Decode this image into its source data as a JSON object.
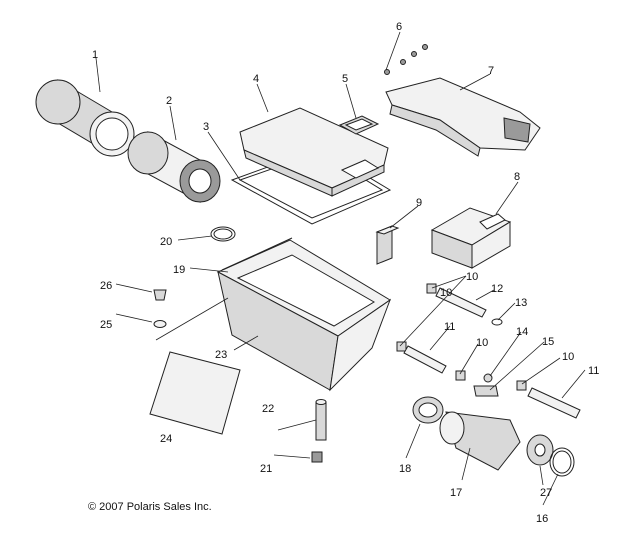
{
  "copyright": "© 2007 Polaris Sales Inc.",
  "callouts": [
    "1",
    "2",
    "3",
    "4",
    "5",
    "6",
    "7",
    "8",
    "9",
    "10",
    "10",
    "10",
    "10",
    "11",
    "11",
    "12",
    "13",
    "14",
    "15",
    "16",
    "17",
    "18",
    "19",
    "20",
    "21",
    "22",
    "23",
    "24",
    "25",
    "26",
    "27"
  ]
}
